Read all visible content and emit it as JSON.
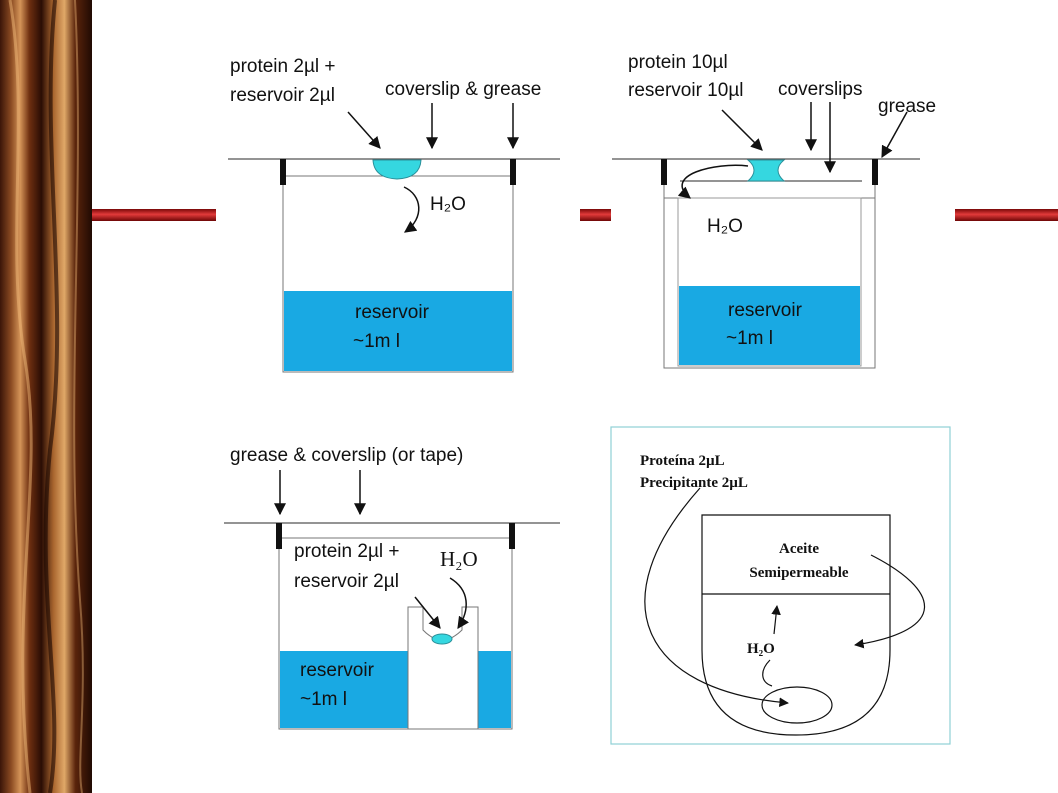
{
  "colors": {
    "water": "#19a9e3",
    "drop": "#35d7e0",
    "bar": "#c01818",
    "wood_dark": "#3a1508",
    "wood_light": "#c98648",
    "frame": "#8fd0d6"
  },
  "panel_hanging": {
    "label_protein": "protein 2µl +",
    "label_reservoir": "reservoir 2µl",
    "label_coverslip": "coverslip & grease",
    "label_water": "H₂O",
    "reservoir_line1": "reservoir",
    "reservoir_line2": "~1m l"
  },
  "panel_sandwich": {
    "label_protein": "protein 10µl",
    "label_reservoir": "reservoir 10µl",
    "label_coverslips": "coverslips",
    "label_grease": "grease",
    "label_water": "H₂O",
    "reservoir_line1": "reservoir",
    "reservoir_line2": "~1m l"
  },
  "panel_sitting": {
    "label_top": "grease & coverslip (or tape)",
    "label_protein": "protein 2µl +",
    "label_reservoir": "reservoir 2µl",
    "label_water": "H₂O",
    "reservoir_line1": "reservoir",
    "reservoir_line2": "~1m l"
  },
  "panel_oil": {
    "label_protein": "Proteína       2µL",
    "label_precipitant": "Precipitante 2µL",
    "label_oil_1": "Aceite",
    "label_oil_2": "Semipermeable",
    "label_water": "H₂O"
  }
}
